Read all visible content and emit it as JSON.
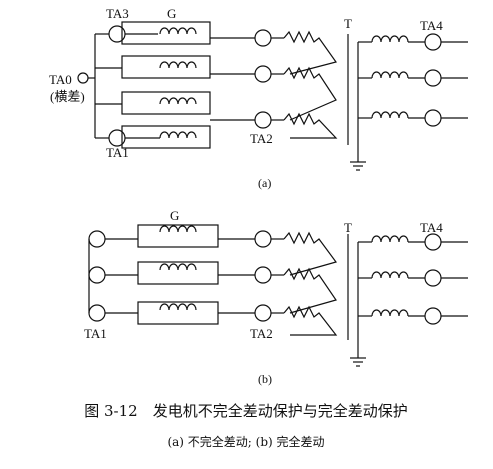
{
  "labels": {
    "ta3": "TA3",
    "g_a": "G",
    "t_a": "T",
    "ta4_a": "TA4",
    "ta0": "TA0",
    "ta0_note": "(横差)",
    "ta1_a": "TA1",
    "ta2_a": "TA2",
    "sub_a": "(a)",
    "g_b": "G",
    "t_b": "T",
    "ta4_b": "TA4",
    "ta1_b": "TA1",
    "ta2_b": "TA2",
    "sub_b": "(b)"
  },
  "caption": {
    "title": "图 3-12　发电机不完全差动保护与完全差动保护",
    "subtitle": "(a) 不完全差动; (b) 完全差动"
  }
}
